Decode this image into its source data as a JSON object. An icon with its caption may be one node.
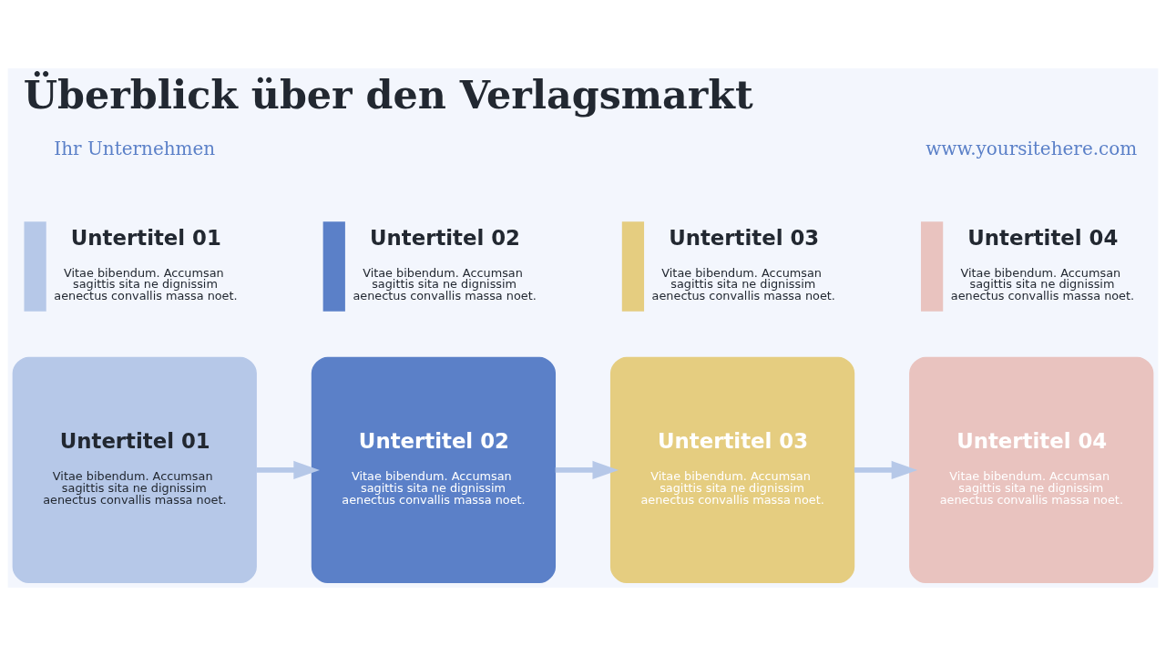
{
  "diagram": {
    "title": "Überblick über den Verlagsmarkt",
    "nodes": [
      {
        "text": [
          "Untertitel 01",
          "Vitae bibendum. Accumsan sagittis sita ne dignissim aenectus convallis massa noet."
        ]
      },
      {
        "text": [
          "Untertitel 02",
          "Vitae bibendum. Accumsan sagittis sita ne dignissim aenectus convallis massa noet."
        ]
      },
      {
        "text": [
          "Untertitel 03",
          "Vitae bibendum. Accumsan sagittis sita ne dignissim aenectus convallis massa noet."
        ]
      },
      {
        "text": [
          "Untertitel 04",
          "Vitae bibendum. Accumsan sagittis sita ne dignissim aenectus convallis massa noet."
        ]
      },
      {
        "text": [
          "Untertitel 01",
          "Vitae bibendum. Accumsan sagittis sita ne dignissim aenectus convallis massa noet."
        ]
      },
      {
        "text": [
          "Untertitel 02",
          "Vitae bibendum. Accumsan sagittis sita ne dignissim aenectus convallis massa noet."
        ]
      },
      {
        "text": [
          "Untertitel 03",
          "Vitae bibendum. Accumsan sagittis sita ne dignissim aenectus convallis massa noet."
        ]
      },
      {
        "text": [
          "Untertitel 04",
          "Vitae bibendum. Accumsan sagittis sita ne dignissim aenectus convallis massa noet."
        ]
      }
    ],
    "edges": [
      {
        "from": 0,
        "to": 1,
        "arrow": "to"
      },
      {
        "from": 1,
        "to": 2,
        "arrow": "to"
      },
      {
        "from": 2,
        "to": 3,
        "arrow": "to"
      }
    ],
    "labels": [
      "Ihr Unternehmen",
      "www.yoursitehere.com"
    ]
  }
}
